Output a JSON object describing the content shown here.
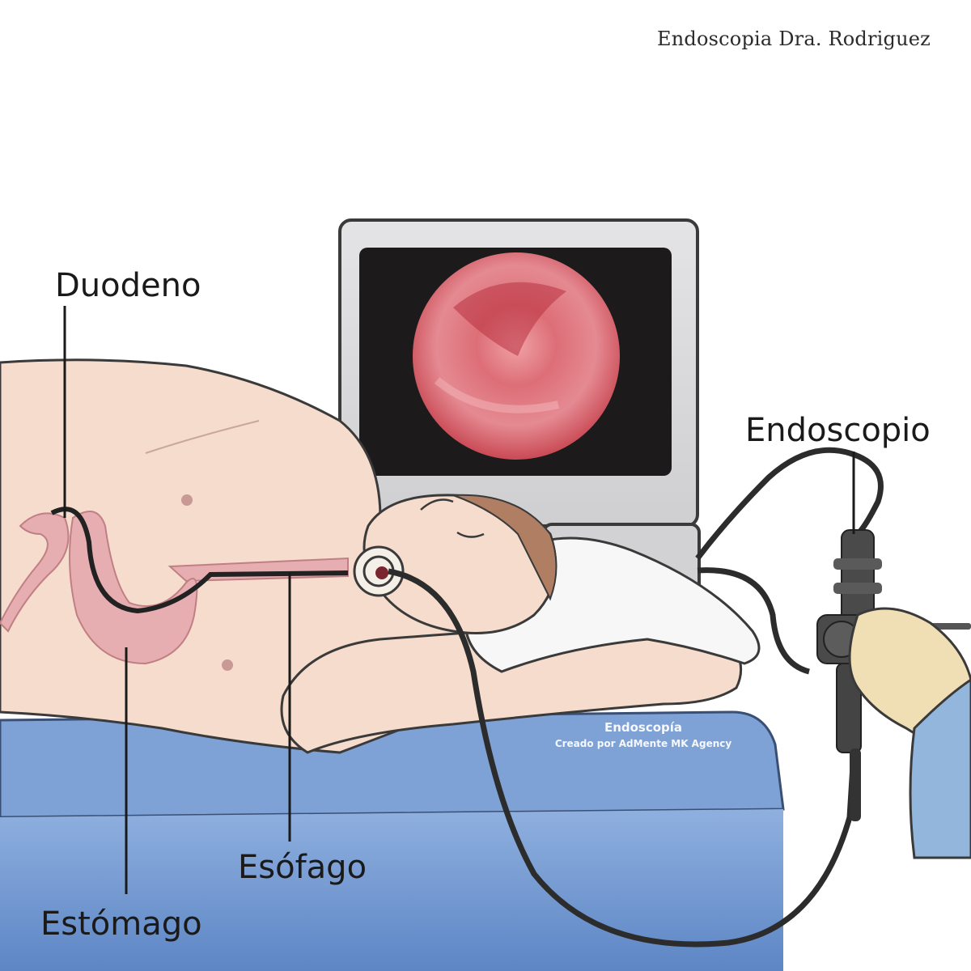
{
  "header": {
    "brand": "Endoscopia Dra. Rodriguez"
  },
  "labels": {
    "duodeno": "Duodeno",
    "endoscopio": "Endoscopio",
    "esofago": "Esófago",
    "estomago": "Estómago"
  },
  "watermark": {
    "title": "Endoscopía",
    "subtitle": "Creado por AdMente MK Agency"
  },
  "colors": {
    "skin": "#f6dccd",
    "table": "#7c9fd3",
    "monitor_frame": "#d9d9db",
    "screen": "#1c1a1b",
    "tissue": "#d95a64",
    "organ": "#e7aeb1",
    "cable": "#2c2c2c",
    "glove": "#f0dfb4",
    "sleeve": "#93b6dc",
    "hair": "#b07e63"
  }
}
